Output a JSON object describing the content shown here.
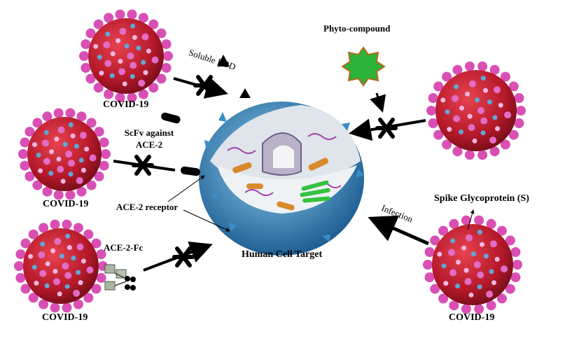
{
  "labels": {
    "covid_top_left": "COVID-19",
    "covid_mid_left": "COVID-19",
    "covid_bottom_left": "COVID-19",
    "covid_bottom_right": "COVID-19",
    "soluble_rbd": "Soluble RBD",
    "phyto_compound": "Phyto-compound",
    "scfv_line1": "ScFv against",
    "scfv_line2": "ACE-2",
    "ace2_receptor": "ACE-2 receptor",
    "ace2_fc": "ACE-2-Fc",
    "human_cell_target": "Human Cell Target",
    "infection": "Infection",
    "spike_glycoprotein": "Spike Glycoprotein (S)"
  },
  "colors": {
    "virus_body": "#c81e2c",
    "virus_spike": "#d94fb4",
    "cell_shell": "#3a8fc4",
    "cell_interior": "#e9ecef",
    "phyto_fill": "#2bb33a",
    "phyto_stroke": "#b06a1b",
    "block_mark": "#000000"
  }
}
